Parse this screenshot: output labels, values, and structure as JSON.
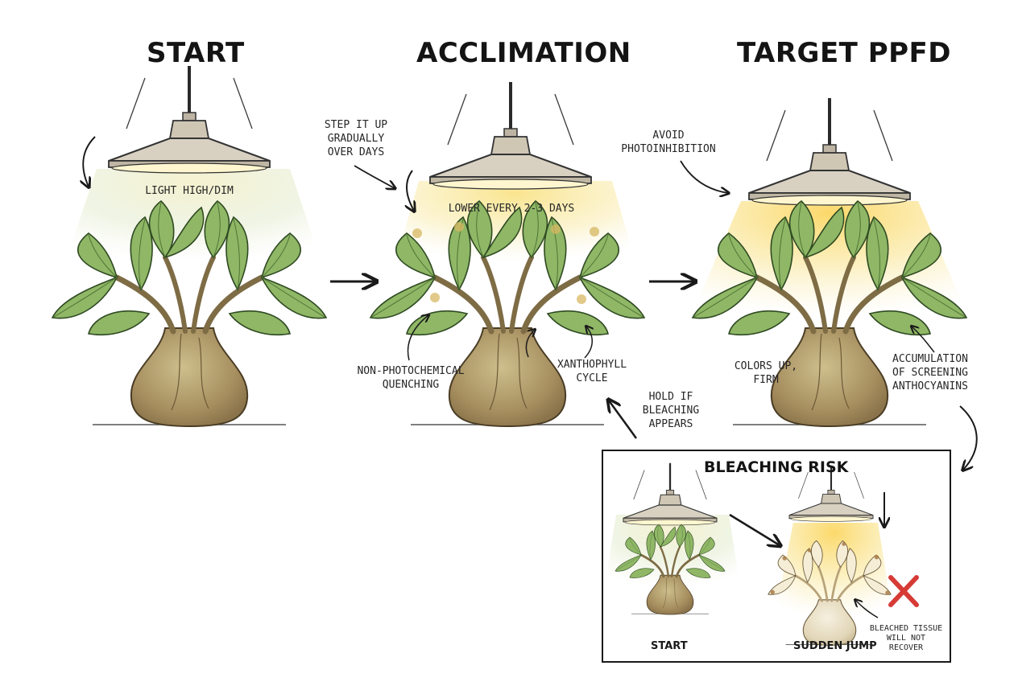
{
  "stages": {
    "start": {
      "title": "START",
      "note": "LIGHT HIGH/DIM"
    },
    "acclimation": {
      "title": "ACCLIMATION",
      "note_top": "STEP IT UP\nGRADUALLY\nOVER DAYS",
      "note_light": "LOWER EVERY 2-3 DAYS",
      "note_left": "NON-PHOTOCHEMICAL\nQUENCHING",
      "note_right": "XANTHOPHYLL\nCYCLE",
      "note_hold": "HOLD IF\nBLEACHING\nAPPEARS"
    },
    "target": {
      "title": "TARGET PPFD",
      "note_top": "AVOID\nPHOTOINHIBITION",
      "note_left": "COLORS UP,\nFIRM",
      "note_right": "ACCUMULATION\nOF SCREENING\nANTHOCYANINS"
    }
  },
  "bleaching_box": {
    "title": "BLEACHING RISK",
    "start_label": "START",
    "jump_label": "SUDDEN JUMP",
    "note": "BLEACHED TISSUE\nWILL NOT\nRECOVER"
  },
  "icons": [
    "grow-lamp-icon",
    "caudex-plant-icon",
    "arrow-icon",
    "red-x-icon"
  ],
  "colors": {
    "ink": "#1a1a1a",
    "leaf_green": "#7ea85a",
    "caudex": "#b19b6b",
    "lamp_metal": "#d2cbbd",
    "light_glow": "#f7e38a",
    "danger_red": "#d63b36"
  }
}
